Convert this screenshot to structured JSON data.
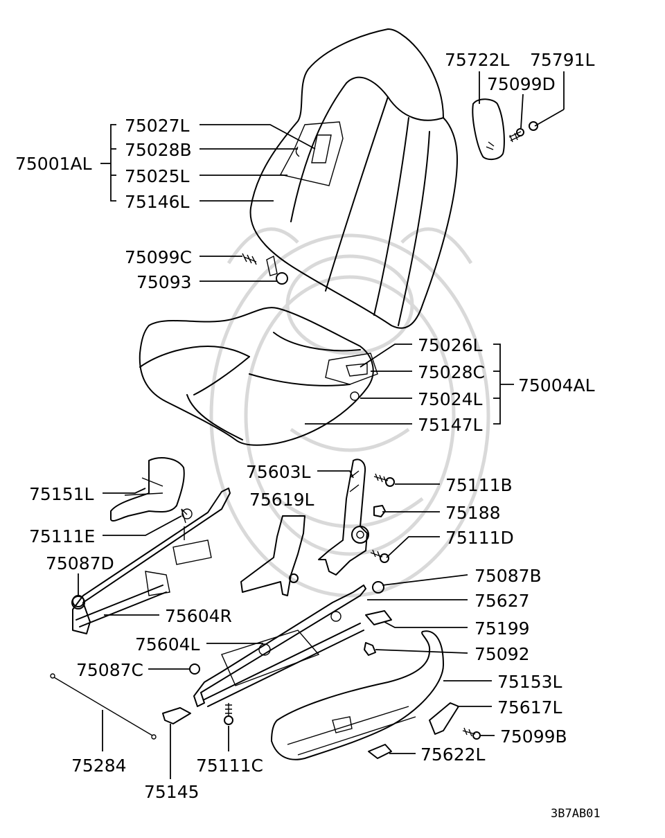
{
  "diagram_code": "3B7AB01",
  "labels": {
    "l75722L": "75722L",
    "l75791L": "75791L",
    "l75099D": "75099D",
    "l75027L": "75027L",
    "l75028B": "75028B",
    "l75025L": "75025L",
    "l75146L": "75146L",
    "l75001AL": "75001AL",
    "l75099C": "75099C",
    "l75093": "75093",
    "l75026L": "75026L",
    "l75028C": "75028C",
    "l75024L": "75024L",
    "l75147L": "75147L",
    "l75004AL": "75004AL",
    "l75603L": "75603L",
    "l75111B": "75111B",
    "l75151L": "75151L",
    "l75619L": "75619L",
    "l75188": "75188",
    "l75111E": "75111E",
    "l75111D": "75111D",
    "l75087D": "75087D",
    "l75087B": "75087B",
    "l75627": "75627",
    "l75604R": "75604R",
    "l75199": "75199",
    "l75604L": "75604L",
    "l75092": "75092",
    "l75087C": "75087C",
    "l75153L": "75153L",
    "l75617L": "75617L",
    "l75099B": "75099B",
    "l75284": "75284",
    "l75111C": "75111C",
    "l75622L": "75622L",
    "l75145": "75145"
  }
}
